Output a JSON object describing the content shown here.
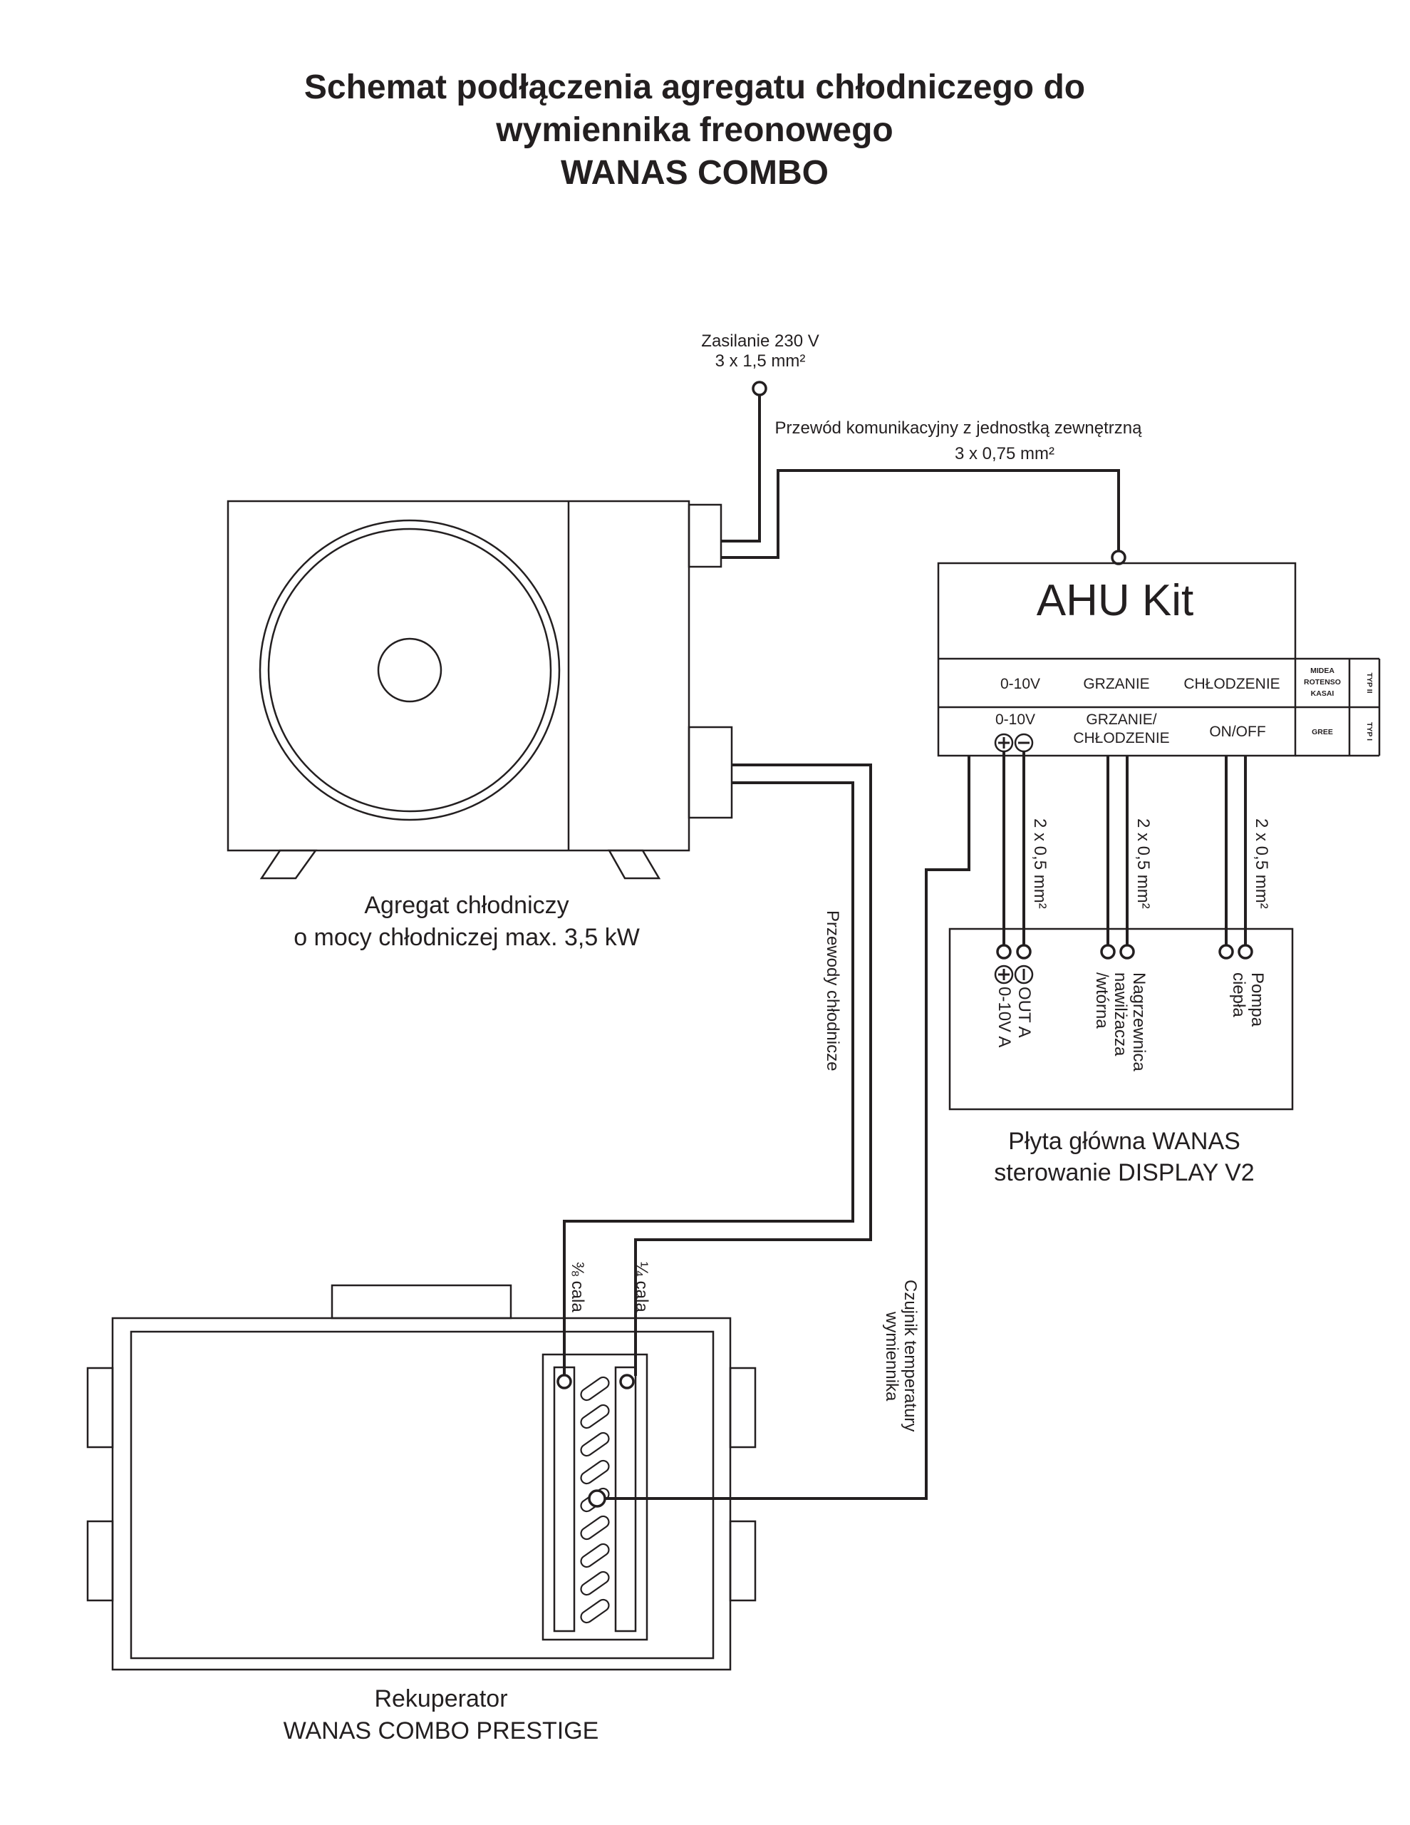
{
  "title": {
    "line1": "Schemat podłączenia agregatu chłodniczego do",
    "line2": "wymiennika freonowego",
    "line3": "WANAS COMBO"
  },
  "power": {
    "line1": "Zasilanie 230 V",
    "line2": "3 x 1,5 mm²"
  },
  "comm_cable": {
    "line1": "Przewód komunikacyjny z jednostką zewnętrzną",
    "line2": "3 x 0,75 mm²"
  },
  "outdoor_unit": {
    "line1": "Agregat chłodniczy",
    "line2": "o mocy chłodniczej max. 3,5 kW"
  },
  "ahu_kit": {
    "title": "AHU Kit",
    "row2": {
      "col1": "0-10V",
      "col2": "GRZANIE",
      "col3": "CHŁODZENIE",
      "brand_line1": "MIDEA",
      "brand_line2": "ROTENSO",
      "brand_line3": "KASAI",
      "type": "TYP II"
    },
    "row3": {
      "col1": "0-10V",
      "col2_line1": "GRZANIE/",
      "col2_line2": "CHŁODZENIE",
      "col3": "ON/OFF",
      "brand": "GREE",
      "type": "TYP I"
    }
  },
  "cables": {
    "pair1": "2 x 0,5 mm²",
    "pair2": "2 x 0,5 mm²",
    "pair3": "2 x 0,5 mm²"
  },
  "mainboard": {
    "label_line1": "Płyta główna WANAS",
    "label_line2": "sterowanie DISPLAY V2",
    "term1_line1": "OUT A",
    "term1_line2": "0-10V A",
    "term2_line1": "Nagrzewnica",
    "term2_line2": "nawilżacza",
    "term2_line3": "/wtórna",
    "term3_line1": "Pompa",
    "term3_line2": "ciepła"
  },
  "refrigerant_pipes": "Przewody chłodnicze",
  "pipe_sizes": {
    "large": "⅜ cala",
    "small": "¼ cala"
  },
  "sensor": {
    "line1": "Czujnik temperatury",
    "line2": "wymiennika"
  },
  "recuperator": {
    "line1": "Rekuperator",
    "line2": "WANAS COMBO PRESTIGE"
  }
}
